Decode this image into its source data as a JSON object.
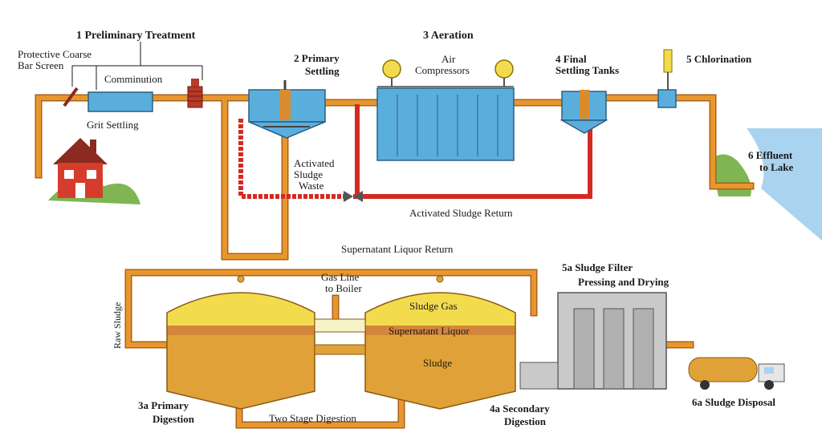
{
  "labels": {
    "preliminary_treatment": "1 Preliminary Treatment",
    "protective_screen_1": "Protective Coarse",
    "protective_screen_2": "Bar Screen",
    "comminution": "Comminution",
    "grit_settling": "Grit Settling",
    "primary_settling_1": "2  Primary",
    "primary_settling_2": "Settling",
    "aeration": "3 Aeration",
    "air_compressors_1": "Air",
    "air_compressors_2": "Compressors",
    "final_settling_1": "4  Final",
    "final_settling_2": "Settling Tanks",
    "chlorination": "5 Chlorination",
    "effluent_1": "6 Effluent",
    "effluent_2": "to Lake",
    "activated_waste_1": "Activated",
    "activated_waste_2": "Sludge",
    "activated_waste_3": "Waste",
    "activated_return": "Activated Sludge Return",
    "supernatant_return": "Supernatant Liquor Return",
    "raw_sludge": "Raw Sludge",
    "gas_line_1": "Gas Line",
    "gas_line_2": "to Boiler",
    "sludge_gas": "Sludge Gas",
    "supernatant_liquor": "Supernatant Liquor",
    "sludge": "Sludge",
    "filter_1": "5a Sludge Filter",
    "filter_2": "Pressing and Drying",
    "primary_digestion_1": "3a Primary",
    "primary_digestion_2": "Digestion",
    "secondary_digestion_1": "4a Secondary",
    "secondary_digestion_2": "Digestion",
    "two_stage": "Two Stage Digestion",
    "sludge_disposal": "6a Sludge Disposal"
  },
  "colors": {
    "pipe": "#e8962e",
    "pipe_edge": "#a8621a",
    "return_pipe": "#d42a22",
    "water": "#5aaedc",
    "sludge_fill": "#e0a238",
    "gas_fill": "#f2dc4e",
    "hill": "#7fb552",
    "house": "#d63c2c",
    "lake": "#a9d3ef"
  }
}
